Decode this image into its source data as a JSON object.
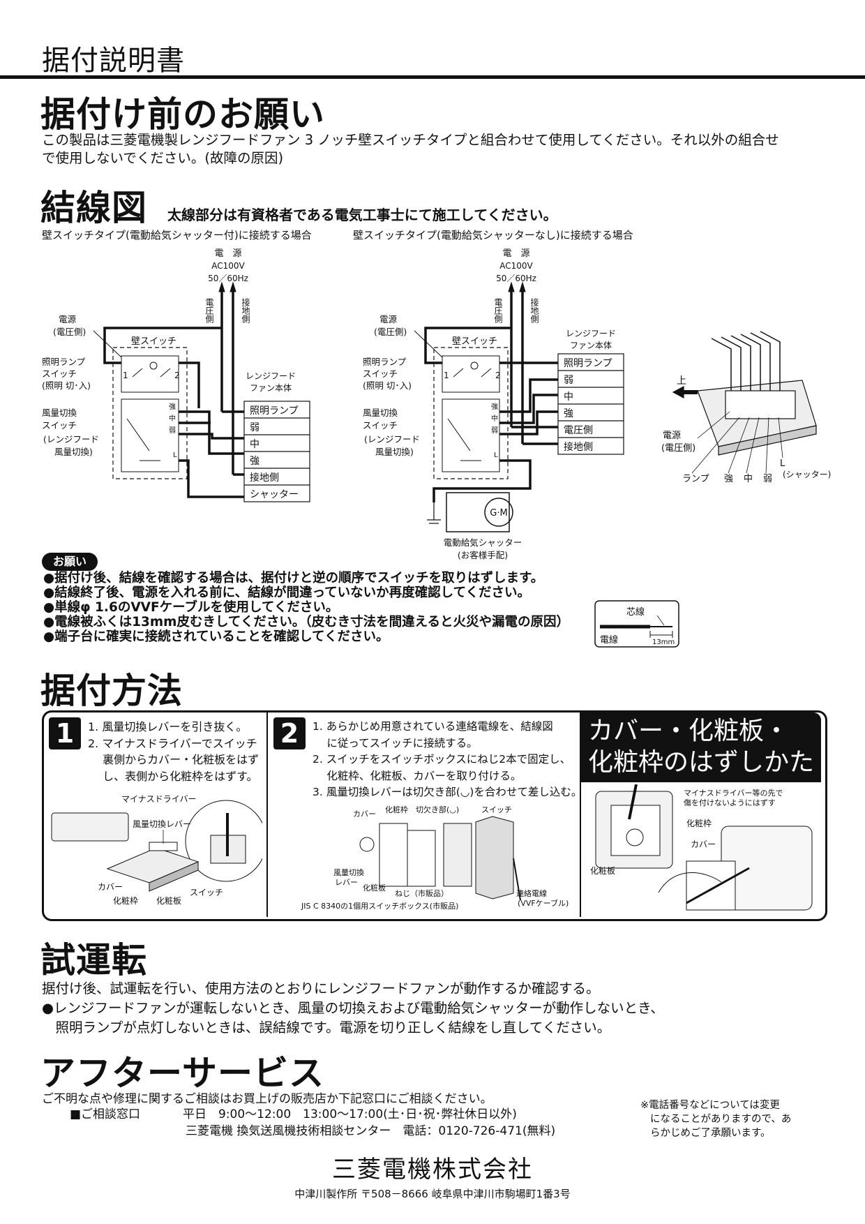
{
  "doc_title": "据付説明書",
  "before_install": {
    "heading": "据付け前のお願い",
    "text_line1": "この製品は三菱電機製レンジフードファン 3 ノッチ壁スイッチタイプと組合わせて使用してください。それ以外の組合せ",
    "text_line2": "で使用しないでください。(故障の原因)"
  },
  "wiring": {
    "heading": "結線図",
    "subheading": "太線部分は有資格者である電気工事士にて施工してください。",
    "left_caption": "壁スイッチタイプ(電動給気シャッター付)に接続する場合",
    "right_caption": "壁スイッチタイプ(電動給気シャッターなし)に接続する場合",
    "power_label": "電　源",
    "ac": "AC100V",
    "hz": "50／60Hz",
    "voltage_side": "電圧側",
    "ground_side": "接地側",
    "power_volt": "電源",
    "power_volt2": "(電圧側)",
    "wall_switch": "壁スイッチ",
    "lamp_switch1": "照明ランプ",
    "lamp_switch2": "スイッチ",
    "lamp_switch3": "(照明 切･入)",
    "fan_switch1": "風量切換",
    "fan_switch2": "スイッチ",
    "fan_switch3": "(レンジフード",
    "fan_switch4": "風量切換)",
    "fan_body1": "レンジフード",
    "fan_body2": "ファン本体",
    "terminals_left": [
      "照明ランプ",
      "弱",
      "中",
      "強",
      "接地側",
      "シャッター"
    ],
    "terminals_right": [
      "照明ランプ",
      "弱",
      "中",
      "強",
      "電圧側",
      "接地側"
    ],
    "strong": "強",
    "mid": "中",
    "weak": "弱",
    "l": "L",
    "gm": "G·M",
    "shutter1": "電動給気シャッター",
    "shutter2": "(お客様手配)",
    "up": "上",
    "pic_power1": "電源",
    "pic_power2": "(電圧側)",
    "pic_lamp": "ランプ",
    "pic_strong": "強",
    "pic_mid": "中",
    "pic_weak": "弱",
    "pic_l": "L",
    "pic_shutter": "(シャッター)"
  },
  "notes": {
    "tag": "お願い",
    "items": [
      "●据付け後、結線を確認する場合は、据付けと逆の順序でスイッチを取りはずします。",
      "●結線終了後、電源を入れる前に、結線が間違っていないか再度確認してください。",
      "●単線φ 1.6のVVFケーブルを使用してください。",
      "●電線被ふくは13mm皮むきしてください。（皮むき寸法を間違えると火災や漏電の原因）",
      "●端子台に確実に接続されていることを確認してください。"
    ],
    "core": "芯線",
    "wire": "電線",
    "mm": "13mm"
  },
  "method": {
    "heading": "据付方法",
    "step1_num": "1",
    "step1": [
      "1. 風量切換レバーを引き抜く。",
      "2. マイナスドライバーでスイッチ",
      "　 裏側からカバー・化粧板をはず",
      "　 し、表側から化粧枠をはずす。"
    ],
    "s1_driver": "マイナスドライバー",
    "s1_lever": "風量切換レバー",
    "s1_cover": "カバー",
    "s1_frame": "化粧枠",
    "s1_plate": "化粧板",
    "s1_switch": "スイッチ",
    "step2_num": "2",
    "step2": [
      "1. あらかじめ用意されている連絡電線を、結線図",
      "　 に従ってスイッチに接続する。",
      "2. スイッチをスイッチボックスにねじ2本で固定し、",
      "　 化粧枠、化粧板、カバーを取り付ける。",
      "3. 風量切換レバーは切欠き部(◡)を合わせて差し込む。"
    ],
    "s2_cover": "カバー",
    "s2_frame": "化粧枠",
    "s2_notch": "切欠き部(◡)",
    "s2_switch": "スイッチ",
    "s2_lever1": "風量切換",
    "s2_lever2": "レバー",
    "s2_plate": "化粧板",
    "s2_screw": "ねじ（市販品）",
    "s2_box": "JIS C 8340の1個用スイッチボックス(市販品)",
    "s2_wire1": "連絡電線",
    "s2_wire2": "(VVFケーブル)",
    "cover_heading1": "カバー・化粧板・",
    "cover_heading2": "化粧枠のはずしかた",
    "c_note1": "マイナスドライバー等の先で",
    "c_note2": "傷を付けないようにはずす",
    "c_frame": "化粧枠",
    "c_cover": "カバー",
    "c_plate": "化粧板"
  },
  "trial": {
    "heading": "試運転",
    "line1": "据付け後、試運転を行い、使用方法のとおりにレンジフードファンが動作するか確認する。",
    "line2": "●レンジフードファンが運転しないとき、風量の切換えおよび電動給気シャッターが動作しないとき、",
    "line3": "　照明ランプが点灯しないときは、誤結線です。電源を切り正しく結線をし直してください。"
  },
  "after": {
    "heading": "アフターサービス",
    "line1": "ご不明な点や修理に関するご相談はお買上げの販売店か下記窓口にご相談ください。",
    "window": "■ご相談窓口",
    "hours": "平日　9:00～12:00　13:00～17:00(土･日･祝･弊社休日以外)",
    "center": "三菱電機 換気送風機技術相談センター　電話：0120-726-471(無料)",
    "note1": "※電話番号などについては変更",
    "note2": "になることがありますので、あ",
    "note3": "らかじめご了承願います。"
  },
  "footer": {
    "company": "三菱電機株式会社",
    "address": "中津川製作所 〒508－8666 岐阜県中津川市駒場町1番3号"
  }
}
